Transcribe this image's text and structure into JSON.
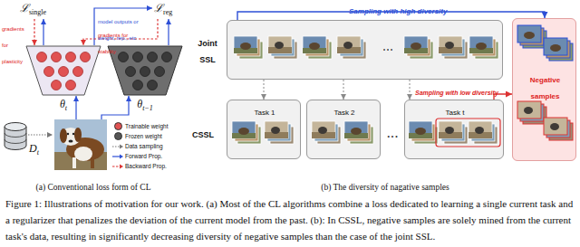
{
  "diagram": {
    "caption": "Figure 1: Illustrations of motivation for our work. (a) Most of the CL algorithms combine a loss dedicated to learning a single current task and a regularizer that penalizes the deviation of the current model from the past. (b): In CSSL, negative samples are solely mined from the current task's data, resulting in significantly decreasing diversity of negative samples than the case of the joint SSL.",
    "nodes": [
      {
        "text": [
          "θ",
          "t"
        ]
      },
      {
        "text": [
          "θ",
          "t−1"
        ]
      },
      {
        "text": [
          "D",
          "t"
        ]
      },
      {
        "text": [
          "Joint SSL"
        ]
      },
      {
        "text": [
          "Task 1"
        ]
      },
      {
        "text": [
          "Task 2"
        ]
      },
      {
        "text": [
          "Task t"
        ]
      },
      {
        "text": [
          "Negative samples"
        ]
      }
    ],
    "edges": [
      {
        "from": 3,
        "to": 7,
        "label": "Sampling with high diversity",
        "arrow": "to"
      },
      {
        "from": 3,
        "to": 4,
        "arrow": "to"
      },
      {
        "from": 3,
        "to": 5,
        "arrow": "to"
      },
      {
        "from": 3,
        "to": 6,
        "arrow": "to"
      },
      {
        "from": 6,
        "to": 7,
        "label": "Sampling with low diversity",
        "arrow": "to"
      }
    ],
    "labels": [
      "ℒ",
      "single",
      "ℒ",
      "reg",
      "gradients for plasticity",
      "model outputs or weight, rep., etc",
      "gradients for stability",
      "(a) Conventional loss form of CL",
      "CSSL",
      "⋯",
      "• • •",
      "(b) The diversity of nagative samples"
    ],
    "legend": [
      {
        "text": "Trainable weight",
        "color": "#e05252"
      },
      {
        "text": "Frozen weight",
        "color": "#555555"
      },
      {
        "text": "Data sampling"
      },
      {
        "text": "Forward Prop."
      },
      {
        "text": "Backward Prop."
      }
    ]
  }
}
